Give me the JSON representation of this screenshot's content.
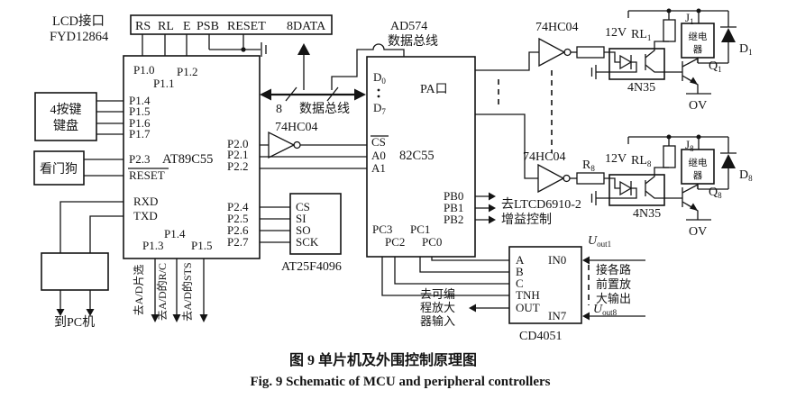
{
  "figure": {
    "caption_zh": "图 9  单片机及外围控制原理图",
    "caption_en": "Fig. 9  Schematic of MCU and peripheral controllers"
  },
  "lcd": {
    "name_line1": "LCD接口",
    "name_line2": "FYD12864",
    "pins": [
      "RS",
      "RL",
      "E",
      "PSB",
      "RESET",
      "8DATA"
    ]
  },
  "mcu": {
    "name": "AT89C55",
    "pins": {
      "p10": "P1.0",
      "p11": "P1.1",
      "p12": "P1.2",
      "p14": "P1.4",
      "p15": "P1.5",
      "p16": "P1.6",
      "p17": "P1.7",
      "p23": "P2.3",
      "reset": "RESET",
      "p20": "P2.0",
      "p21": "P2.1",
      "p22": "P2.2",
      "rxd": "RXD",
      "txd": "TXD",
      "p13": "P1.3",
      "p14b": "P1.4",
      "p15b": "P1.5",
      "p24": "P2.4",
      "p25": "P2.5",
      "p26": "P2.6",
      "p27": "P2.7"
    }
  },
  "keyboard": {
    "line1": "4按键",
    "line2": "键盘"
  },
  "watchdog": {
    "label": "看门狗"
  },
  "pc": {
    "label": "到PC机"
  },
  "bus": {
    "width_label": "8",
    "name": "数据总线"
  },
  "adc": {
    "line1": "AD574",
    "line2": "数据总线"
  },
  "inverter": {
    "label": "74HC04"
  },
  "ppi": {
    "name": "82C55",
    "pins": {
      "d0": {
        "base": "D",
        "sub": "0"
      },
      "d7": {
        "base": "D",
        "sub": "7"
      },
      "pa": "PA口",
      "cs": "CS",
      "a0": "A0",
      "a1": "A1",
      "pb0": "PB0",
      "pb1": "PB1",
      "pb2": "PB2",
      "pc3": "PC3",
      "pc1": "PC1",
      "pc2": "PC2",
      "pc0": "PC0"
    }
  },
  "flash": {
    "name": "AT25F4096",
    "pins": {
      "cs": "CS",
      "si": "SI",
      "so": "SO",
      "sck": "SCK"
    }
  },
  "adc_signals": {
    "s1": "去A/D片选",
    "s2": "去A/D的R/C",
    "s3": "去A/D的STS"
  },
  "gain": {
    "line1": "去LTCD6910-2",
    "line2": "增益控制"
  },
  "mux": {
    "name": "CD4051",
    "a": "A",
    "b": "B",
    "c": "C",
    "tnh": "TNH",
    "out": "OUT",
    "in0": "IN0",
    "in7": "IN7",
    "amp_line1": "去可编",
    "amp_line2": "程放大",
    "amp_line3": "器输入",
    "u1": {
      "base": "U",
      "sub": "out1"
    },
    "u8": {
      "base": "U",
      "sub": "out8"
    },
    "note1": "接各路",
    "note2": "前置放",
    "note3": "大输出"
  },
  "relay1": {
    "supply": "12V",
    "pullup": {
      "base": "RL",
      "sub": "1"
    },
    "contact": {
      "base": "J",
      "sub": "1"
    },
    "coil1": "继电",
    "coil2": "器",
    "diode": {
      "base": "D",
      "sub": "1"
    },
    "q": {
      "base": "Q",
      "sub": "1"
    },
    "opto": "4N35",
    "gnd": "OV"
  },
  "relay8": {
    "supply": "12V",
    "pullup": {
      "base": "RL",
      "sub": "8"
    },
    "rseries": {
      "base": "R",
      "sub": "8"
    },
    "contact": {
      "base": "J",
      "sub": "8"
    },
    "coil1": "继电",
    "coil2": "器",
    "diode": {
      "base": "D",
      "sub": "8"
    },
    "q": {
      "base": "Q",
      "sub": "8"
    },
    "opto": "4N35",
    "gnd": "OV"
  }
}
